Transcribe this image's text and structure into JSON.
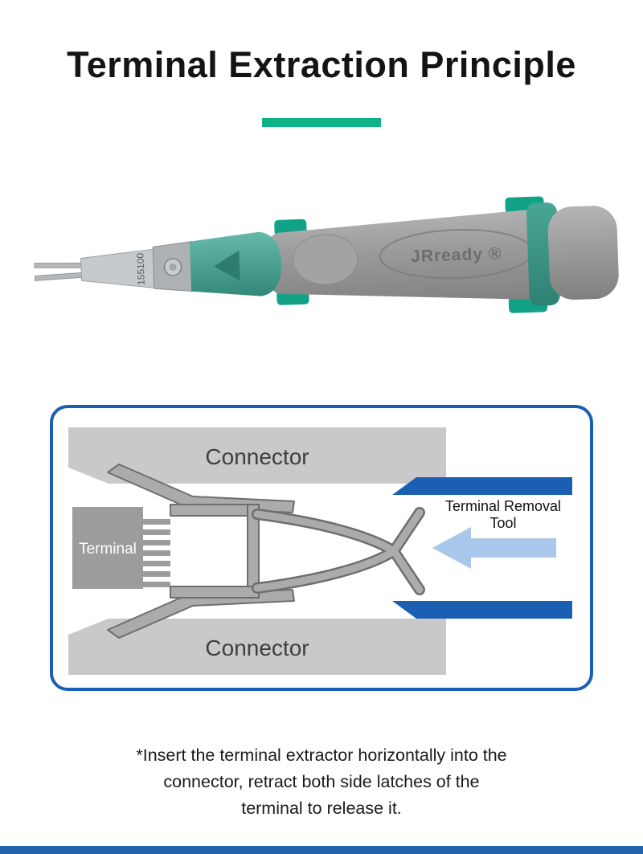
{
  "header": {
    "title": "Terminal Extraction Principle"
  },
  "tool": {
    "brand": "JRready ®",
    "blade_code": "155100"
  },
  "diagram": {
    "connector_top": "Connector",
    "connector_bottom": "Connector",
    "terminal": "Terminal",
    "tool_label_line1": "Terminal Removal",
    "tool_label_line2": "Tool"
  },
  "note": {
    "line1": "*Insert the terminal extractor horizontally into the",
    "line2": "connector, retract both side latches of the",
    "line3": "terminal to release it."
  },
  "colors": {
    "accent_green": "#0EB286",
    "diagram_blue": "#1B5FB2",
    "arrow_light_blue": "#A9C7EA",
    "connector_gray": "#C9C9C9",
    "terminal_gray": "#9C9C9C",
    "tool_body_gray": "#9B9B9B",
    "tool_teal": "#3F9A8C",
    "tab_green": "#12A287",
    "bottom_strip_blue": "#2263AE"
  }
}
